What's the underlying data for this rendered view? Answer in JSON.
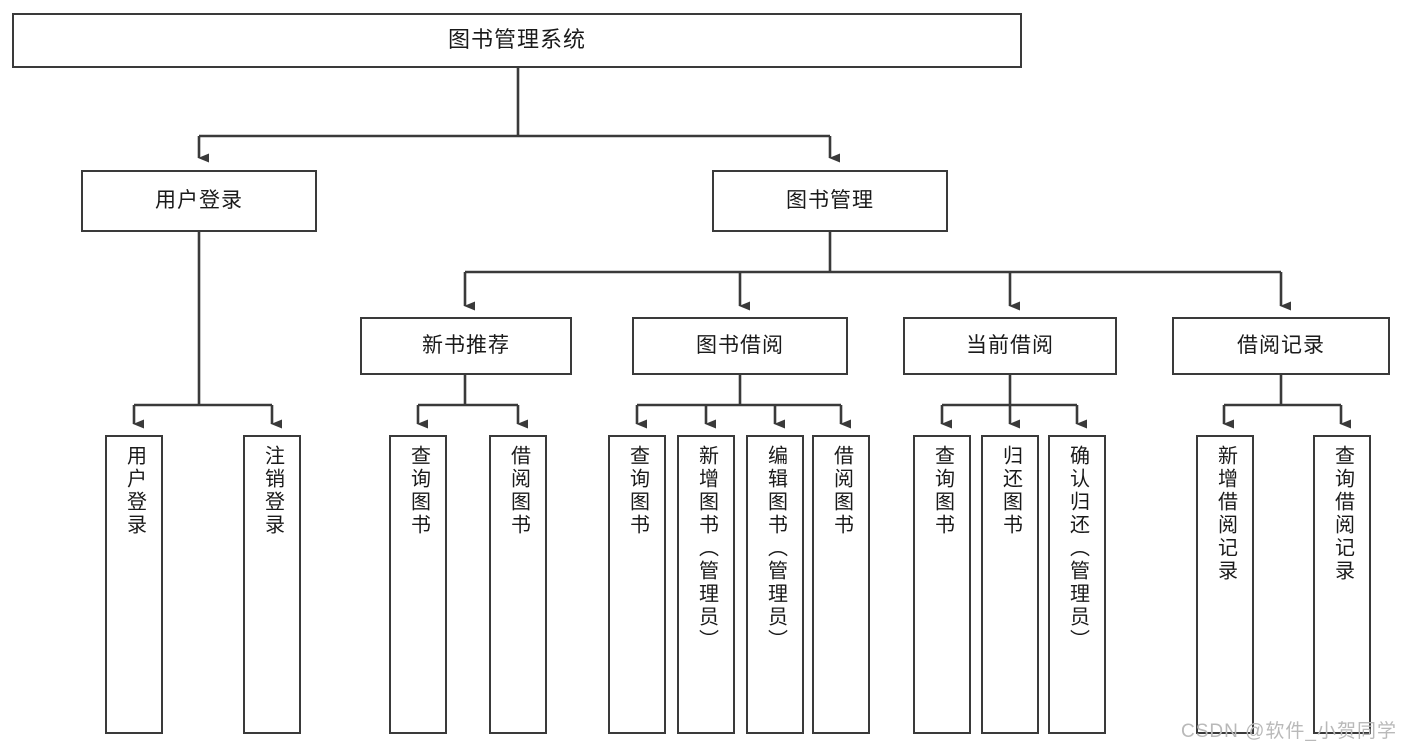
{
  "diagram": {
    "type": "tree-hierarchy",
    "title": "图书管理系统",
    "root": {
      "id": "root",
      "label": "图书管理系统"
    },
    "level2": [
      {
        "id": "user-login",
        "label": "用户登录"
      },
      {
        "id": "book-manage",
        "label": "图书管理"
      }
    ],
    "level3": [
      {
        "id": "new-book-rec",
        "label": "新书推荐",
        "parent": "book-manage"
      },
      {
        "id": "book-borrow",
        "label": "图书借阅",
        "parent": "book-manage"
      },
      {
        "id": "current-borrow",
        "label": "当前借阅",
        "parent": "book-manage"
      },
      {
        "id": "borrow-record",
        "label": "借阅记录",
        "parent": "book-manage"
      }
    ],
    "leaves": {
      "user-login": [
        {
          "id": "leaf-user-login",
          "label": "用户登录"
        },
        {
          "id": "leaf-user-logout",
          "label": "注销登录"
        }
      ],
      "new-book-rec": [
        {
          "id": "leaf-query-book-1",
          "label": "查询图书"
        },
        {
          "id": "leaf-borrow-book-1",
          "label": "借阅图书"
        }
      ],
      "book-borrow": [
        {
          "id": "leaf-query-book-2",
          "label": "查询图书"
        },
        {
          "id": "leaf-add-book",
          "label": "新增图书（管理员）"
        },
        {
          "id": "leaf-edit-book",
          "label": "编辑图书（管理员）"
        },
        {
          "id": "leaf-borrow-book-2",
          "label": "借阅图书"
        }
      ],
      "current-borrow": [
        {
          "id": "leaf-query-book-3",
          "label": "查询图书"
        },
        {
          "id": "leaf-return-book",
          "label": "归还图书"
        },
        {
          "id": "leaf-confirm-return",
          "label": "确认归还（管理员）"
        }
      ],
      "borrow-record": [
        {
          "id": "leaf-add-record",
          "label": "新增借阅记录"
        },
        {
          "id": "leaf-query-record",
          "label": "查询借阅记录"
        }
      ]
    }
  },
  "watermark": {
    "text": "CSDN @软件_小贺同学"
  },
  "colors": {
    "stroke": "#3a3a3a",
    "background": "#ffffff",
    "text": "#1a1a1a",
    "watermark": "#b9b9b9"
  }
}
